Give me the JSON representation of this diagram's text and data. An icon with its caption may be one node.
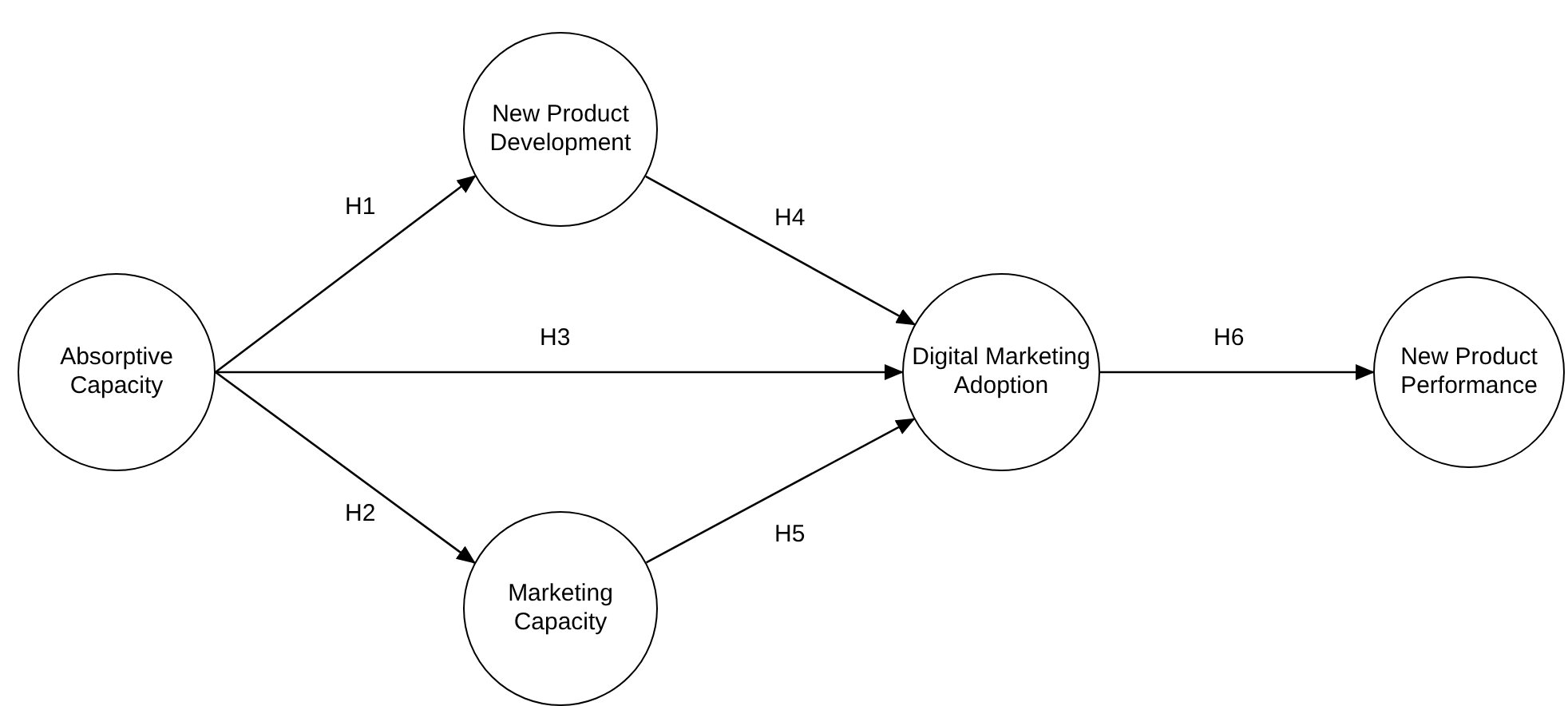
{
  "diagram": {
    "nodes": [
      {
        "text": [
          "Absorptive Capacity"
        ]
      },
      {
        "text": [
          "New Product Development"
        ]
      },
      {
        "text": [
          "Marketing Capacity"
        ]
      },
      {
        "text": [
          "Digital Marketing Adoption"
        ]
      },
      {
        "text": [
          "New Product Performance"
        ]
      }
    ],
    "edges": [
      {
        "from": 0,
        "to": 1,
        "arrow": "to",
        "label": "H1"
      },
      {
        "from": 0,
        "to": 2,
        "arrow": "to",
        "label": "H2"
      },
      {
        "from": 0,
        "to": 3,
        "arrow": "to",
        "label": "H3"
      },
      {
        "from": 1,
        "to": 3,
        "arrow": "to",
        "label": "H4"
      },
      {
        "from": 2,
        "to": 3,
        "arrow": "to",
        "label": "H5"
      },
      {
        "from": 3,
        "to": 4,
        "arrow": "to",
        "label": "H6"
      }
    ]
  }
}
